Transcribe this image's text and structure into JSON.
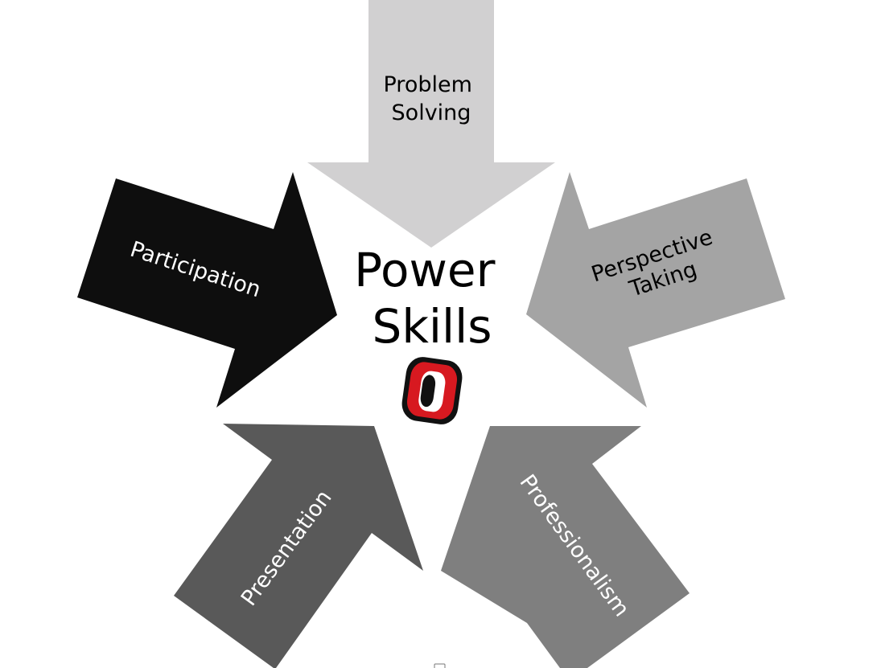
{
  "center": {
    "title_line1": "Power",
    "title_line2": "Skills"
  },
  "arrows": [
    {
      "id": "problem-solving",
      "line1": "Problem",
      "line2": "Solving",
      "fill": "#d1d0d1",
      "text_color": "#000000"
    },
    {
      "id": "perspective-taking",
      "line1": "Perspective",
      "line2": "Taking",
      "fill": "#a4a4a4",
      "text_color": "#000000"
    },
    {
      "id": "professionalism",
      "line1": "Professionalism",
      "fill": "#7f7f7f",
      "text_color": "#ffffff"
    },
    {
      "id": "presentation",
      "line1": "Presentation",
      "fill": "#595959",
      "text_color": "#ffffff"
    },
    {
      "id": "participation",
      "line1": "Participation",
      "fill": "#0e0e0e",
      "text_color": "#ffffff"
    }
  ],
  "colors": {
    "logo_black": "#111111",
    "logo_red": "#d71920",
    "background": "#ffffff"
  }
}
